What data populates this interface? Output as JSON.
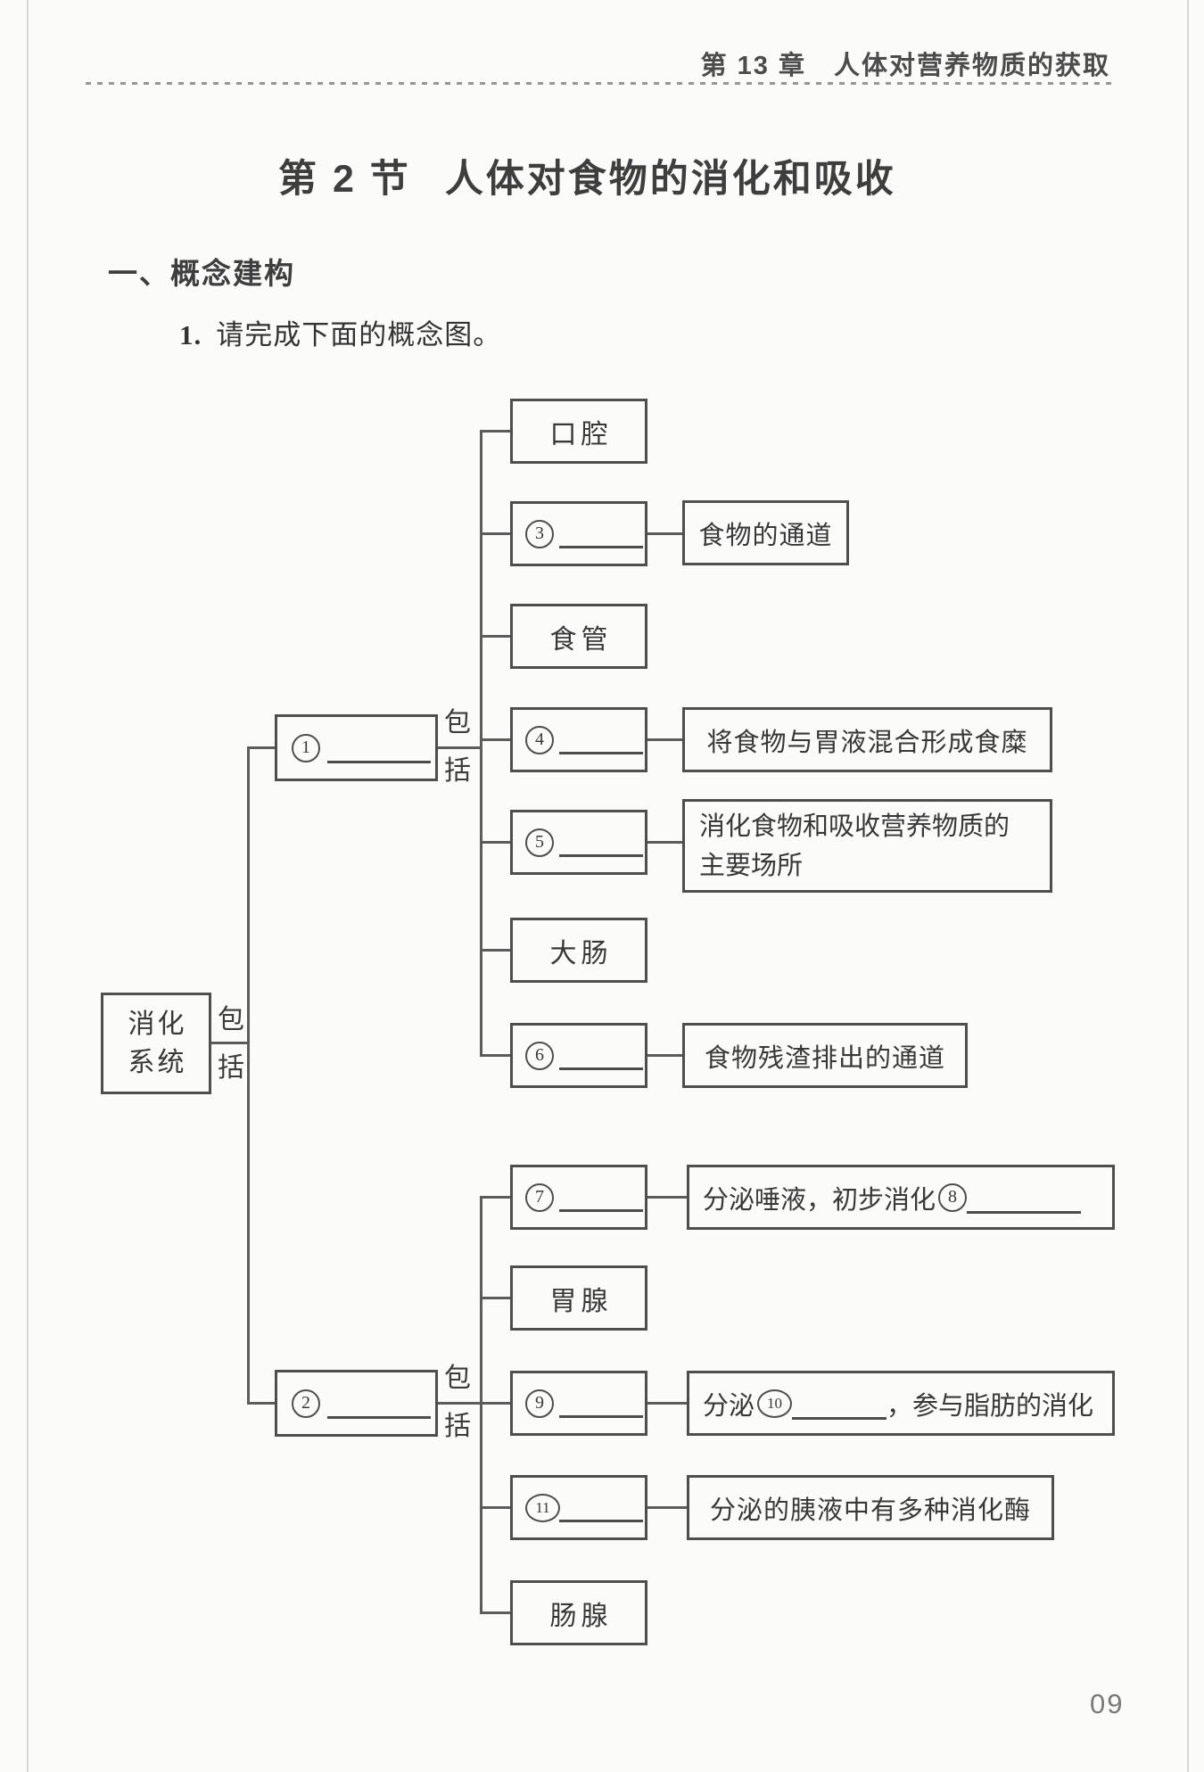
{
  "page": {
    "header_chapter": "第 13 章　人体对营养物质的获取",
    "page_number": "09"
  },
  "title": {
    "section_no": "第 2 节",
    "section_name": "人体对食物的消化和吸收"
  },
  "headings": {
    "part": "一、概念建构",
    "item_no": "1.",
    "item_text": "请完成下面的概念图。"
  },
  "diagram": {
    "root": {
      "line1": "消化",
      "line2": "系统"
    },
    "include": {
      "top": "包",
      "bottom": "括"
    },
    "group1": {
      "head": {
        "circle": "1"
      },
      "organs": {
        "oral_cavity": "口腔",
        "esophagus": "食管",
        "large_intestine": "大肠"
      },
      "blanks": {
        "b3": "3",
        "b4": "4",
        "b5": "5",
        "b6": "6"
      },
      "descs": {
        "food_channel": "食物的通道",
        "chyme": "将食物与胃液混合形成食糜",
        "main_site_line1": "消化食物和吸收营养物质的",
        "main_site_line2": "主要场所",
        "residue_channel": "食物残渣排出的通道"
      }
    },
    "group2": {
      "head": {
        "circle": "2"
      },
      "glands": {
        "gastric_gland": "胃腺",
        "intestinal_gland": "肠腺"
      },
      "blanks": {
        "b7": "7",
        "b9": "9",
        "b11": "11"
      },
      "descs": {
        "saliva_prefix": "分泌唾液，初步消化",
        "saliva_circle": "8",
        "bile_prefix": "分泌",
        "bile_circle": "10",
        "bile_suffix": "，参与脂肪的消化",
        "pancreatic": "分泌的胰液中有多种消化酶"
      }
    }
  }
}
